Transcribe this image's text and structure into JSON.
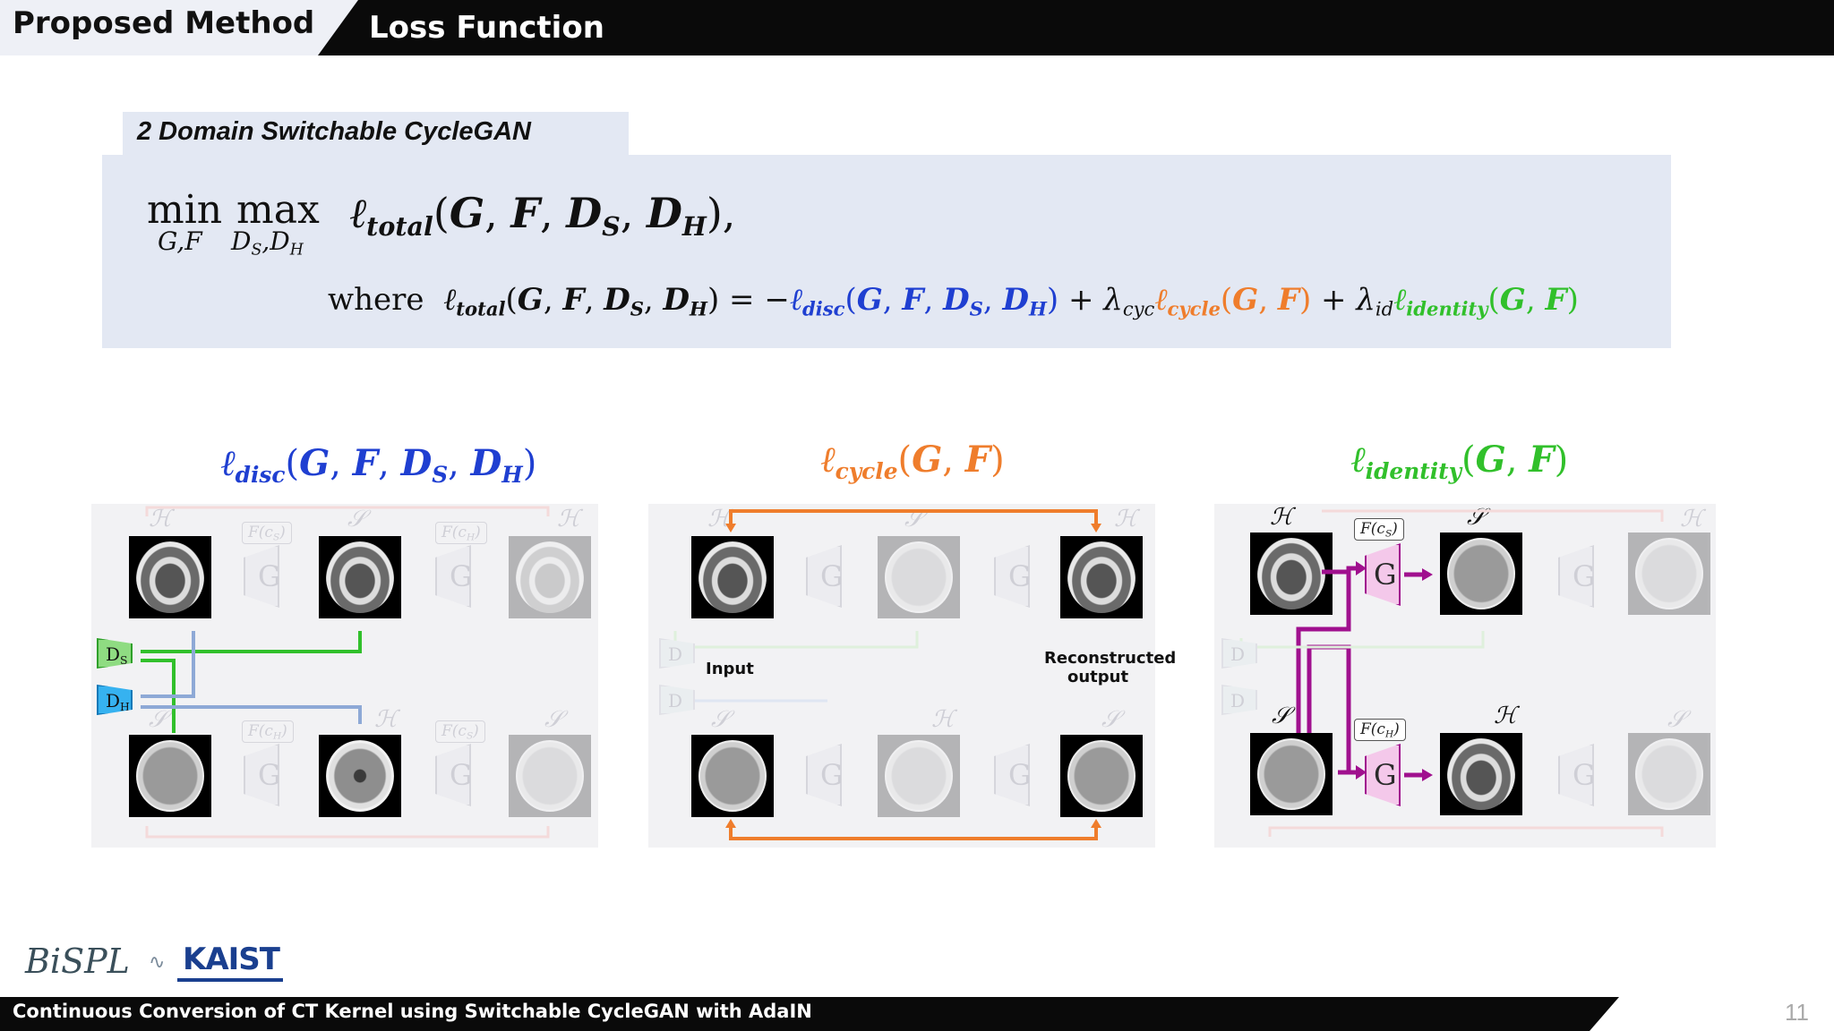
{
  "header": {
    "section": "Proposed Method",
    "title": "Loss Function"
  },
  "equation": {
    "tab_label": "2 Domain Switchable CycleGAN",
    "min_op": "min",
    "min_sub": "G,F",
    "max_op": "max",
    "max_sub_D": "D",
    "max_sub_S": "S",
    "max_sub_comma": ",",
    "max_sub_H": "H",
    "where": "where"
  },
  "panels": {
    "disc": {
      "domain_H": "ℋ",
      "domain_S": "𝒮",
      "ds_label": "D",
      "ds_sub": "S",
      "dh_label": "D",
      "dh_sub": "H",
      "g": "G",
      "f_cs": "F(c",
      "f_cs_sub": "S",
      "f_ch": "F(c",
      "f_ch_sub": "H",
      "paren": ")"
    },
    "cycle": {
      "input_label": "Input",
      "output_label_1": "Reconstructed",
      "output_label_2": "output"
    },
    "identity": {
      "domain_H": "ℋ",
      "domain_S": "𝒮"
    }
  },
  "footer": {
    "logo_bispl": "BiSPL",
    "logo_kaist": "KAIST",
    "title": "Continuous Conversion of CT Kernel using Switchable CycleGAN with AdaIN",
    "page": "11"
  },
  "colors": {
    "disc": "#1f3fd1",
    "cycle": "#ef7d2c",
    "identity": "#31c02b",
    "generator": "#a0108e",
    "box": "#e3e8f3"
  }
}
